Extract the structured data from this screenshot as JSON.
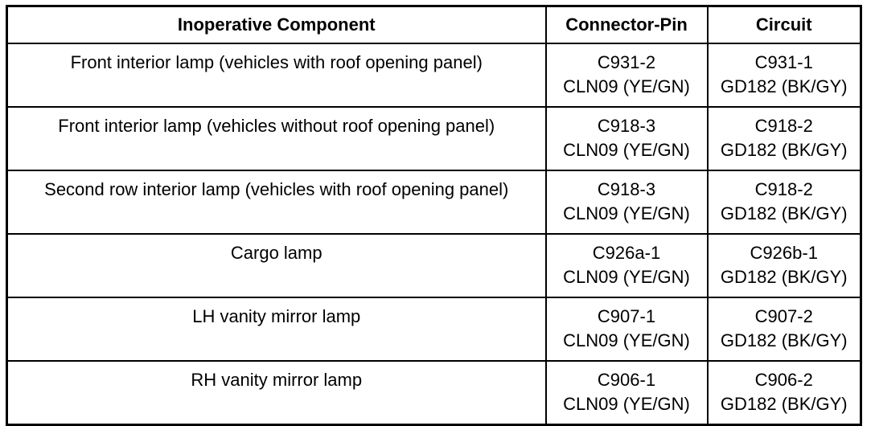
{
  "table": {
    "headers": {
      "component": "Inoperative Component",
      "connector_pin": "Connector-Pin",
      "circuit": "Circuit"
    },
    "rows": [
      {
        "component": "Front interior lamp (vehicles with roof opening panel)",
        "connector_pin": [
          "C931-2",
          "CLN09 (YE/GN)"
        ],
        "circuit": [
          "C931-1",
          "GD182 (BK/GY)"
        ]
      },
      {
        "component": "Front interior lamp (vehicles without roof opening panel)",
        "connector_pin": [
          "C918-3",
          "CLN09 (YE/GN)"
        ],
        "circuit": [
          "C918-2",
          "GD182 (BK/GY)"
        ]
      },
      {
        "component": "Second row interior lamp (vehicles with roof opening panel)",
        "connector_pin": [
          "C918-3",
          "CLN09 (YE/GN)"
        ],
        "circuit": [
          "C918-2",
          "GD182 (BK/GY)"
        ]
      },
      {
        "component": "Cargo lamp",
        "connector_pin": [
          "C926a-1",
          "CLN09 (YE/GN)"
        ],
        "circuit": [
          "C926b-1",
          "GD182 (BK/GY)"
        ]
      },
      {
        "component": "LH vanity mirror lamp",
        "connector_pin": [
          "C907-1",
          "CLN09 (YE/GN)"
        ],
        "circuit": [
          "C907-2",
          "GD182 (BK/GY)"
        ]
      },
      {
        "component": "RH vanity mirror lamp",
        "connector_pin": [
          "C906-1",
          "CLN09 (YE/GN)"
        ],
        "circuit": [
          "C906-2",
          "GD182 (BK/GY)"
        ]
      }
    ]
  }
}
